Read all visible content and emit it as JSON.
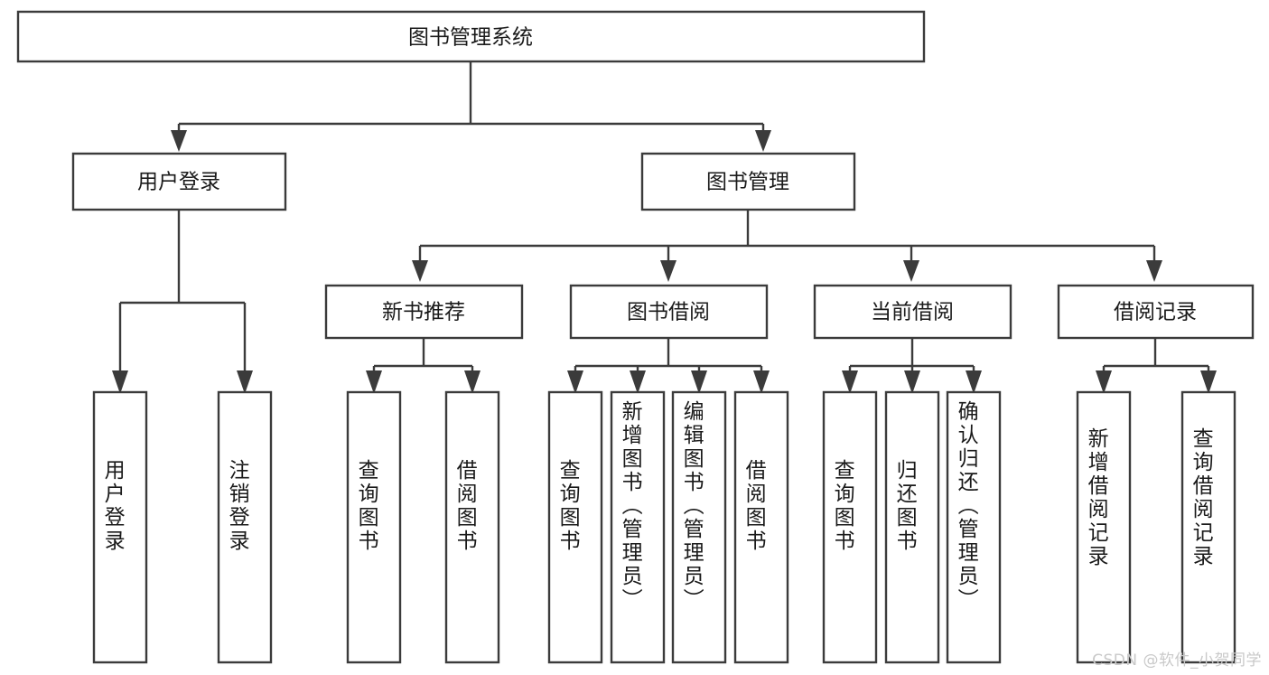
{
  "diagram": {
    "type": "tree-hierarchy-chart",
    "title": "图书管理系统",
    "watermark": "CSDN @软件_小贺同学",
    "colors": {
      "background": "#ffffff",
      "stroke": "#3b3b3b",
      "text": "#1a1a1a",
      "watermark": "#c9c9c9"
    },
    "root": {
      "label": "图书管理系统"
    },
    "level1": [
      {
        "label": "用户登录"
      },
      {
        "label": "图书管理"
      }
    ],
    "level2": [
      {
        "label": "新书推荐"
      },
      {
        "label": "图书借阅"
      },
      {
        "label": "当前借阅"
      },
      {
        "label": "借阅记录"
      }
    ],
    "leaves": {
      "user_login": [
        {
          "label": "用户登录"
        },
        {
          "label": "注销登录"
        }
      ],
      "new_book_recommend": [
        {
          "label": "查询图书"
        },
        {
          "label": "借阅图书"
        }
      ],
      "book_borrow": [
        {
          "label": "查询图书"
        },
        {
          "label": "新增图书（管理员）"
        },
        {
          "label": "编辑图书（管理员）"
        },
        {
          "label": "借阅图书"
        }
      ],
      "current_borrow": [
        {
          "label": "查询图书"
        },
        {
          "label": "归还图书"
        },
        {
          "label": "确认归还（管理员）"
        }
      ],
      "borrow_record": [
        {
          "label": "新增借阅记录"
        },
        {
          "label": "查询借阅记录"
        }
      ]
    }
  }
}
